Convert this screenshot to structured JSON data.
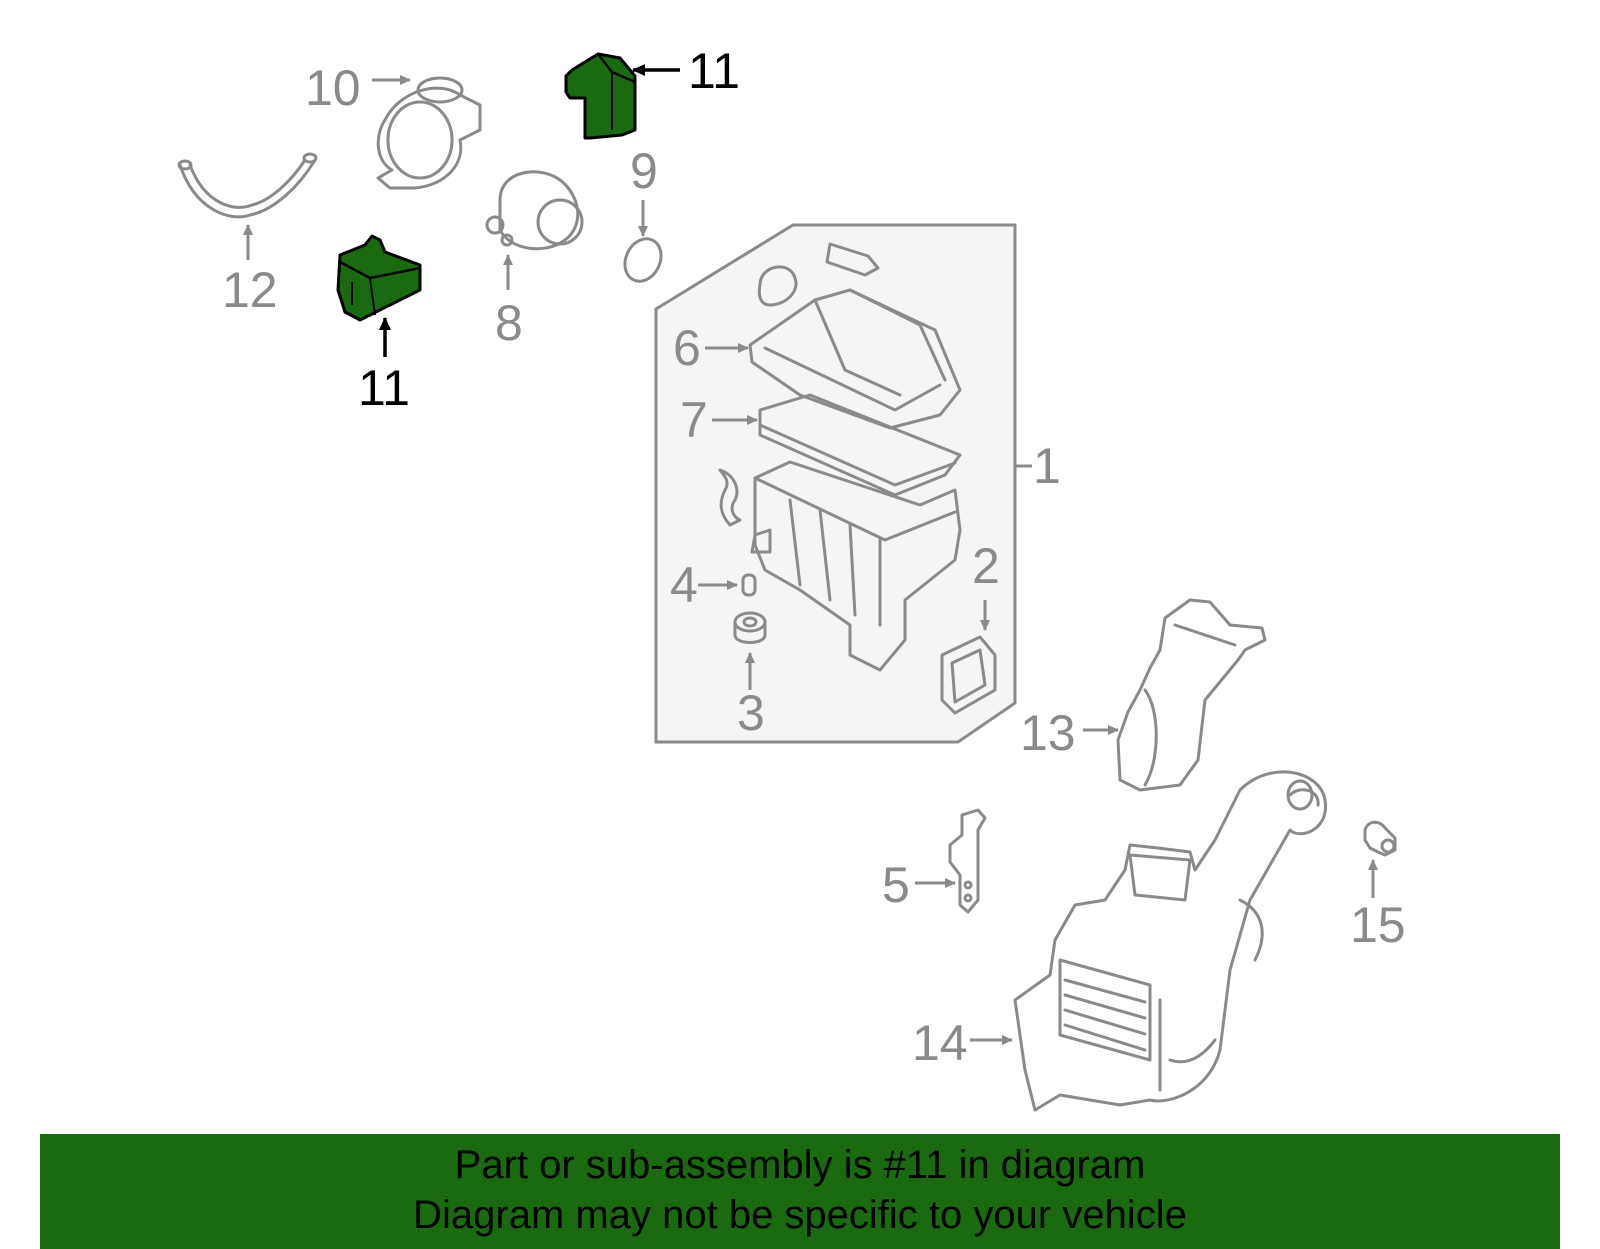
{
  "highlight_color": "#1a6b0f",
  "highlight_part": "11",
  "callouts": {
    "c1": "1",
    "c2": "2",
    "c3": "3",
    "c4": "4",
    "c5": "5",
    "c6": "6",
    "c7": "7",
    "c8": "8",
    "c9": "9",
    "c10": "10",
    "c11a": "11",
    "c11b": "11",
    "c12": "12",
    "c13": "13",
    "c14": "14",
    "c15": "15"
  },
  "banner": {
    "line1": "Part or sub-assembly is #11 in diagram",
    "line2": "Diagram may not be specific to your vehicle"
  }
}
